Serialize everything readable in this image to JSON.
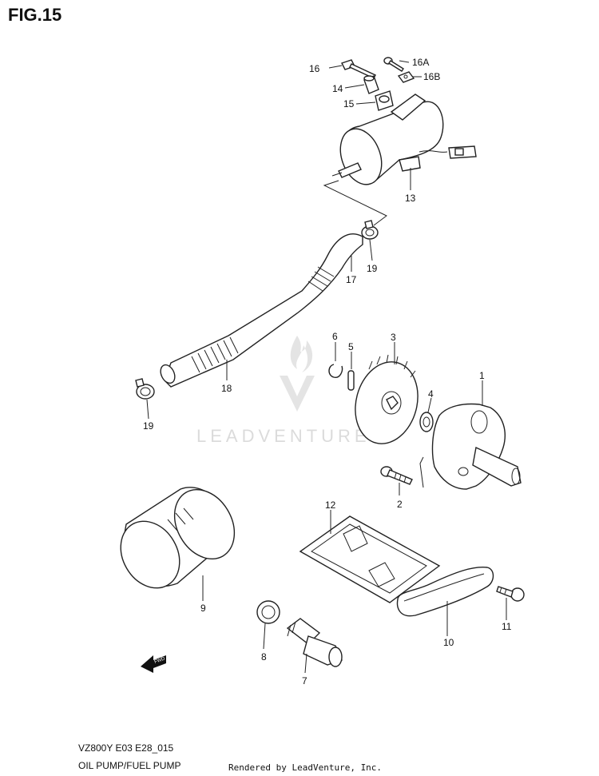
{
  "figure": {
    "title": "FIG.15"
  },
  "callouts": {
    "p1": "1",
    "p2": "2",
    "p3": "3",
    "p4": "4",
    "p5": "5",
    "p6": "6",
    "p7": "7",
    "p8": "8",
    "p9": "9",
    "p10": "10",
    "p11": "11",
    "p12": "12",
    "p13": "13",
    "p14": "14",
    "p15": "15",
    "p16": "16",
    "p16a": "16A",
    "p16b": "16B",
    "p17": "17",
    "p18": "18",
    "p19a": "19",
    "p19b": "19"
  },
  "watermark": {
    "brand": "LEADVENTURE"
  },
  "footer": {
    "model": "VZ800Y E03 E28_015",
    "section": "OIL PUMP/FUEL PUMP",
    "rendered_by": "Rendered by LeadVenture, Inc."
  },
  "badge": {
    "fwd": "FWD"
  }
}
